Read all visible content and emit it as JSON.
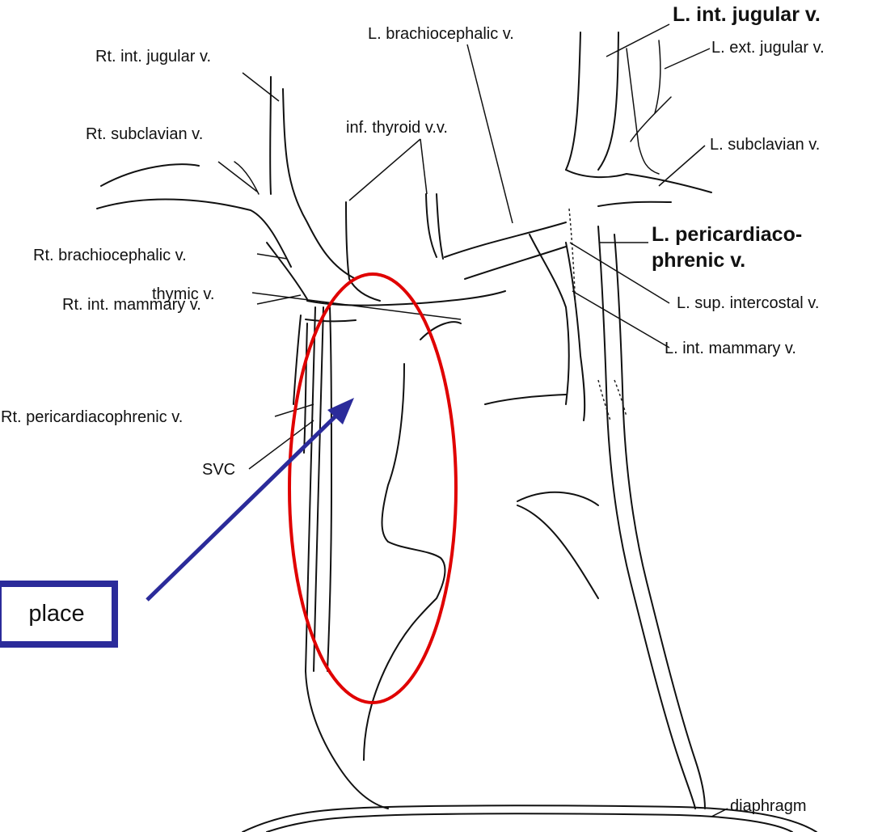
{
  "labels": {
    "l_int_jugular": "L. int. jugular v.",
    "l_brachiocephalic": "L. brachiocephalic v.",
    "rt_int_jugular": "Rt. int. jugular v.",
    "l_ext_jugular": "L. ext. jugular v.",
    "inf_thyroid": "inf. thyroid v.v.",
    "rt_subclavian": "Rt. subclavian v.",
    "l_subclavian": "L. subclavian v.",
    "l_pericardiacophrenic_line1": "L. pericardiaco-",
    "l_pericardiacophrenic_line2": "phrenic v.",
    "rt_brachiocephalic": "Rt. brachiocephalic v.",
    "l_sup_intercostal": "L. sup. intercostal v.",
    "thymic": "thymic v.",
    "l_int_mammary": "L. int. mammary v.",
    "rt_int_mammary": "Rt. int. mammary v.",
    "rt_pericardiacophrenic": "Rt. pericardiacophrenic v.",
    "svc": "SVC",
    "diaphragm": "diaphragm"
  },
  "callout": {
    "text": "place",
    "box_color": "#2b2b9a",
    "arrow_color": "#2b2b9a",
    "highlight_color": "#e00000"
  }
}
